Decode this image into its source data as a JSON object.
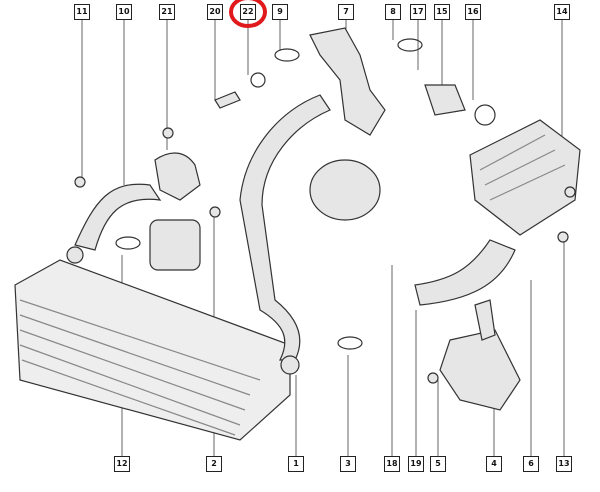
{
  "diagram": {
    "top_labels": [
      "11",
      "10",
      "21",
      "20",
      "22",
      "9",
      "7",
      "8",
      "17",
      "15",
      "16",
      "14"
    ],
    "bottom_labels": [
      "12",
      "2",
      "1",
      "3",
      "18",
      "19",
      "5",
      "4",
      "6",
      "13"
    ],
    "highlighted_label": "22",
    "highlight_color": "#e0191c"
  }
}
